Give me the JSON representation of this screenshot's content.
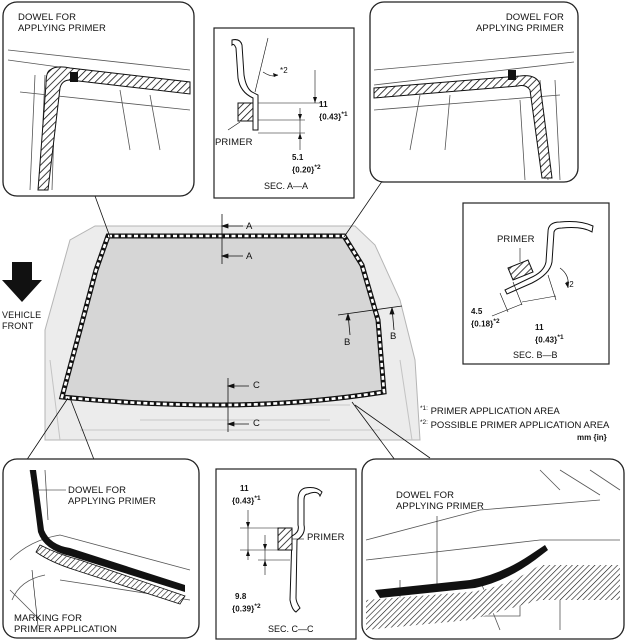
{
  "top_left_callout": {
    "label": "DOWEL FOR\nAPPLYING PRIMER"
  },
  "top_right_callout": {
    "label": "DOWEL FOR\nAPPLYING PRIMER"
  },
  "bottom_left_callout": {
    "dowel_label": "DOWEL FOR\nAPPLYING PRIMER",
    "marking_label": "MARKING FOR\nPRIMER APPLICATION"
  },
  "bottom_right_callout": {
    "label": "DOWEL FOR\nAPPLYING PRIMER"
  },
  "section_aa": {
    "title": "SEC. A—A",
    "primer": "PRIMER",
    "dim1_mm": "11",
    "dim1_in": "{0.43}",
    "dim1_ref": "*1",
    "dim2_mm": "5.1",
    "dim2_in": "{0.20}",
    "dim2_ref": "*2",
    "angle_ref": "*2"
  },
  "section_bb": {
    "title": "SEC. B—B",
    "primer": "PRIMER",
    "dim1_mm": "4.5",
    "dim1_in": "{0.18}",
    "dim1_ref": "*2",
    "dim2_mm": "11",
    "dim2_in": "{0.43}",
    "dim2_ref": "*1",
    "angle_ref": "*2"
  },
  "section_cc": {
    "title": "SEC. C—C",
    "primer": "PRIMER",
    "dim1_mm": "11",
    "dim1_in": "{0.43}",
    "dim1_ref": "*1",
    "dim2_mm": "9.8",
    "dim2_in": "{0.39}",
    "dim2_ref": "*2"
  },
  "main_view": {
    "direction_label": "VEHICLE\nFRONT",
    "cut_a": "A",
    "cut_b": "B",
    "cut_c": "C"
  },
  "legend": {
    "note1_ref": "*1:",
    "note1_text": "PRIMER APPLICATION AREA",
    "note2_ref": "*2:",
    "note2_text": "POSSIBLE PRIMER APPLICATION AREA",
    "units": "mm {in}"
  },
  "colors": {
    "line": "#111111",
    "body_gray": "#e6e6e6",
    "glass_gray": "#d2d2d2",
    "callout_border": "#222222"
  }
}
